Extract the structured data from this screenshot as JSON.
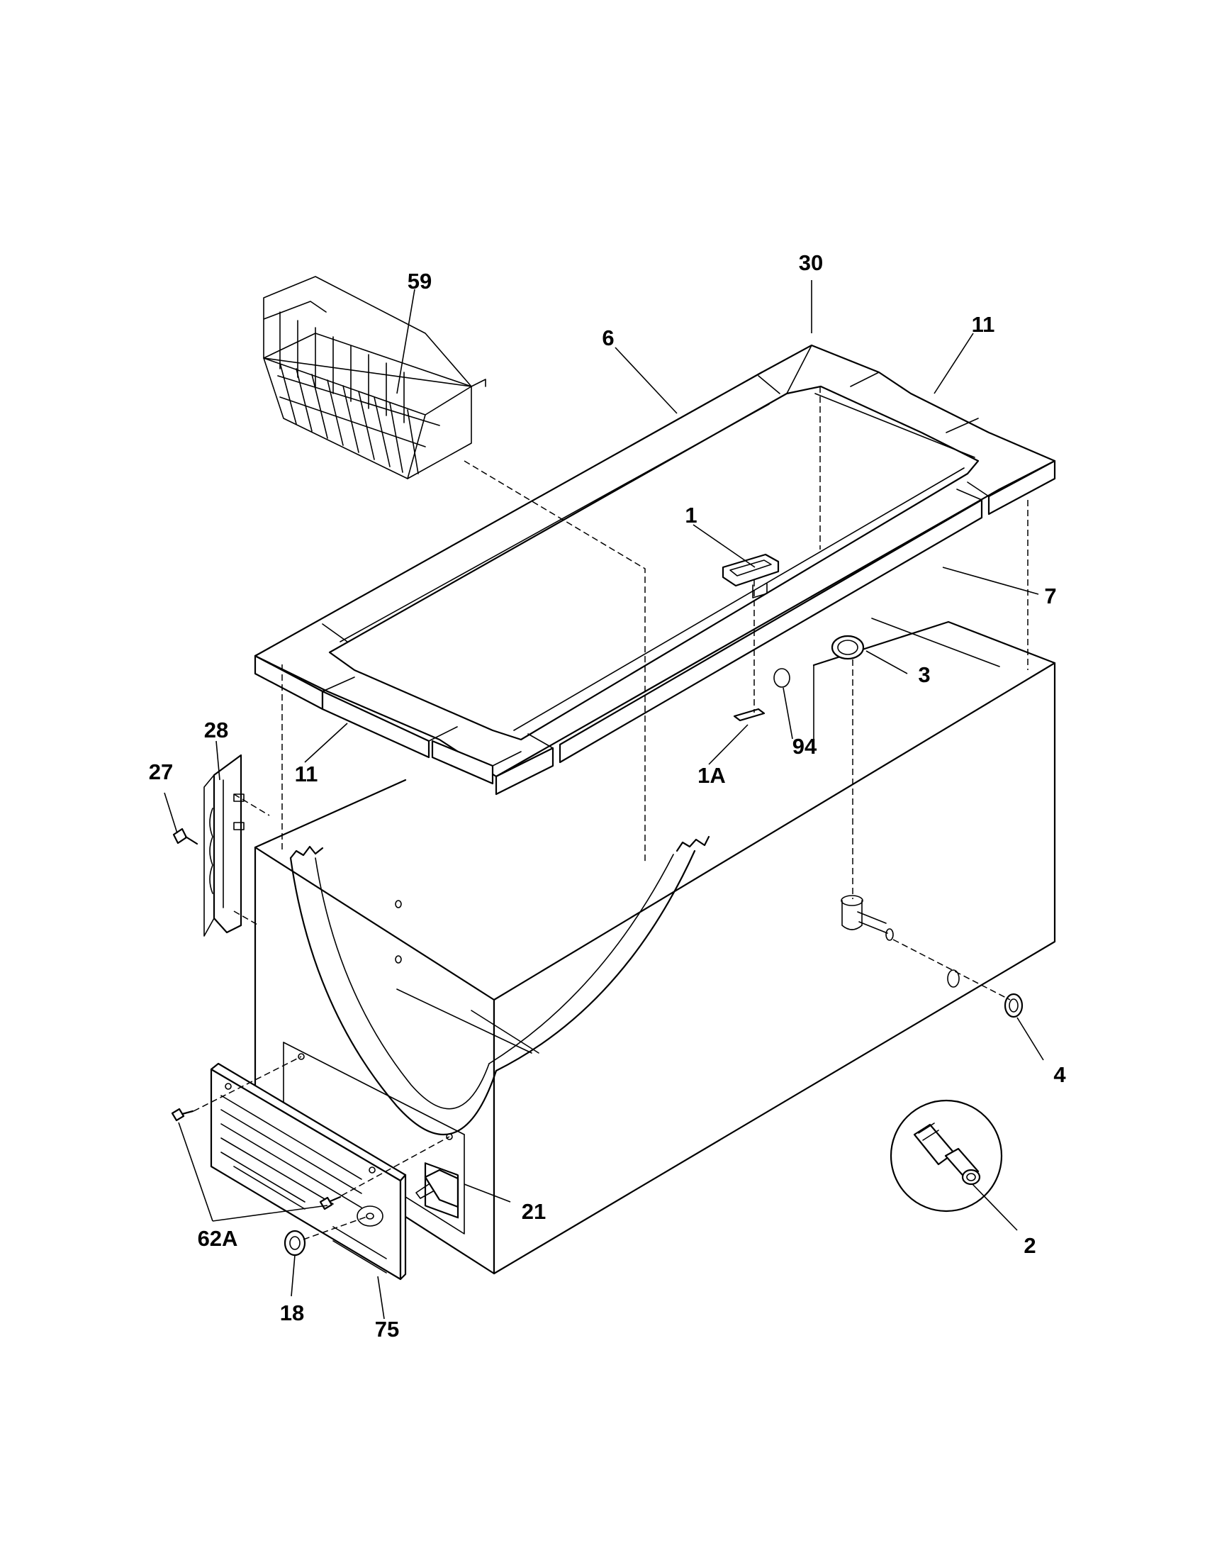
{
  "diagram": {
    "part_labels": [
      {
        "id": "p59",
        "text": "59"
      },
      {
        "id": "p30",
        "text": "30"
      },
      {
        "id": "p6",
        "text": "6"
      },
      {
        "id": "p11a",
        "text": "11"
      },
      {
        "id": "p1",
        "text": "1"
      },
      {
        "id": "p7",
        "text": "7"
      },
      {
        "id": "p3",
        "text": "3"
      },
      {
        "id": "p94",
        "text": "94"
      },
      {
        "id": "p1A",
        "text": "1A"
      },
      {
        "id": "p28",
        "text": "28"
      },
      {
        "id": "p27",
        "text": "27"
      },
      {
        "id": "p11b",
        "text": "11"
      },
      {
        "id": "p4",
        "text": "4"
      },
      {
        "id": "p21",
        "text": "21"
      },
      {
        "id": "p2",
        "text": "2"
      },
      {
        "id": "p62A",
        "text": "62A"
      },
      {
        "id": "p18",
        "text": "18"
      },
      {
        "id": "p75",
        "text": "75"
      }
    ]
  }
}
